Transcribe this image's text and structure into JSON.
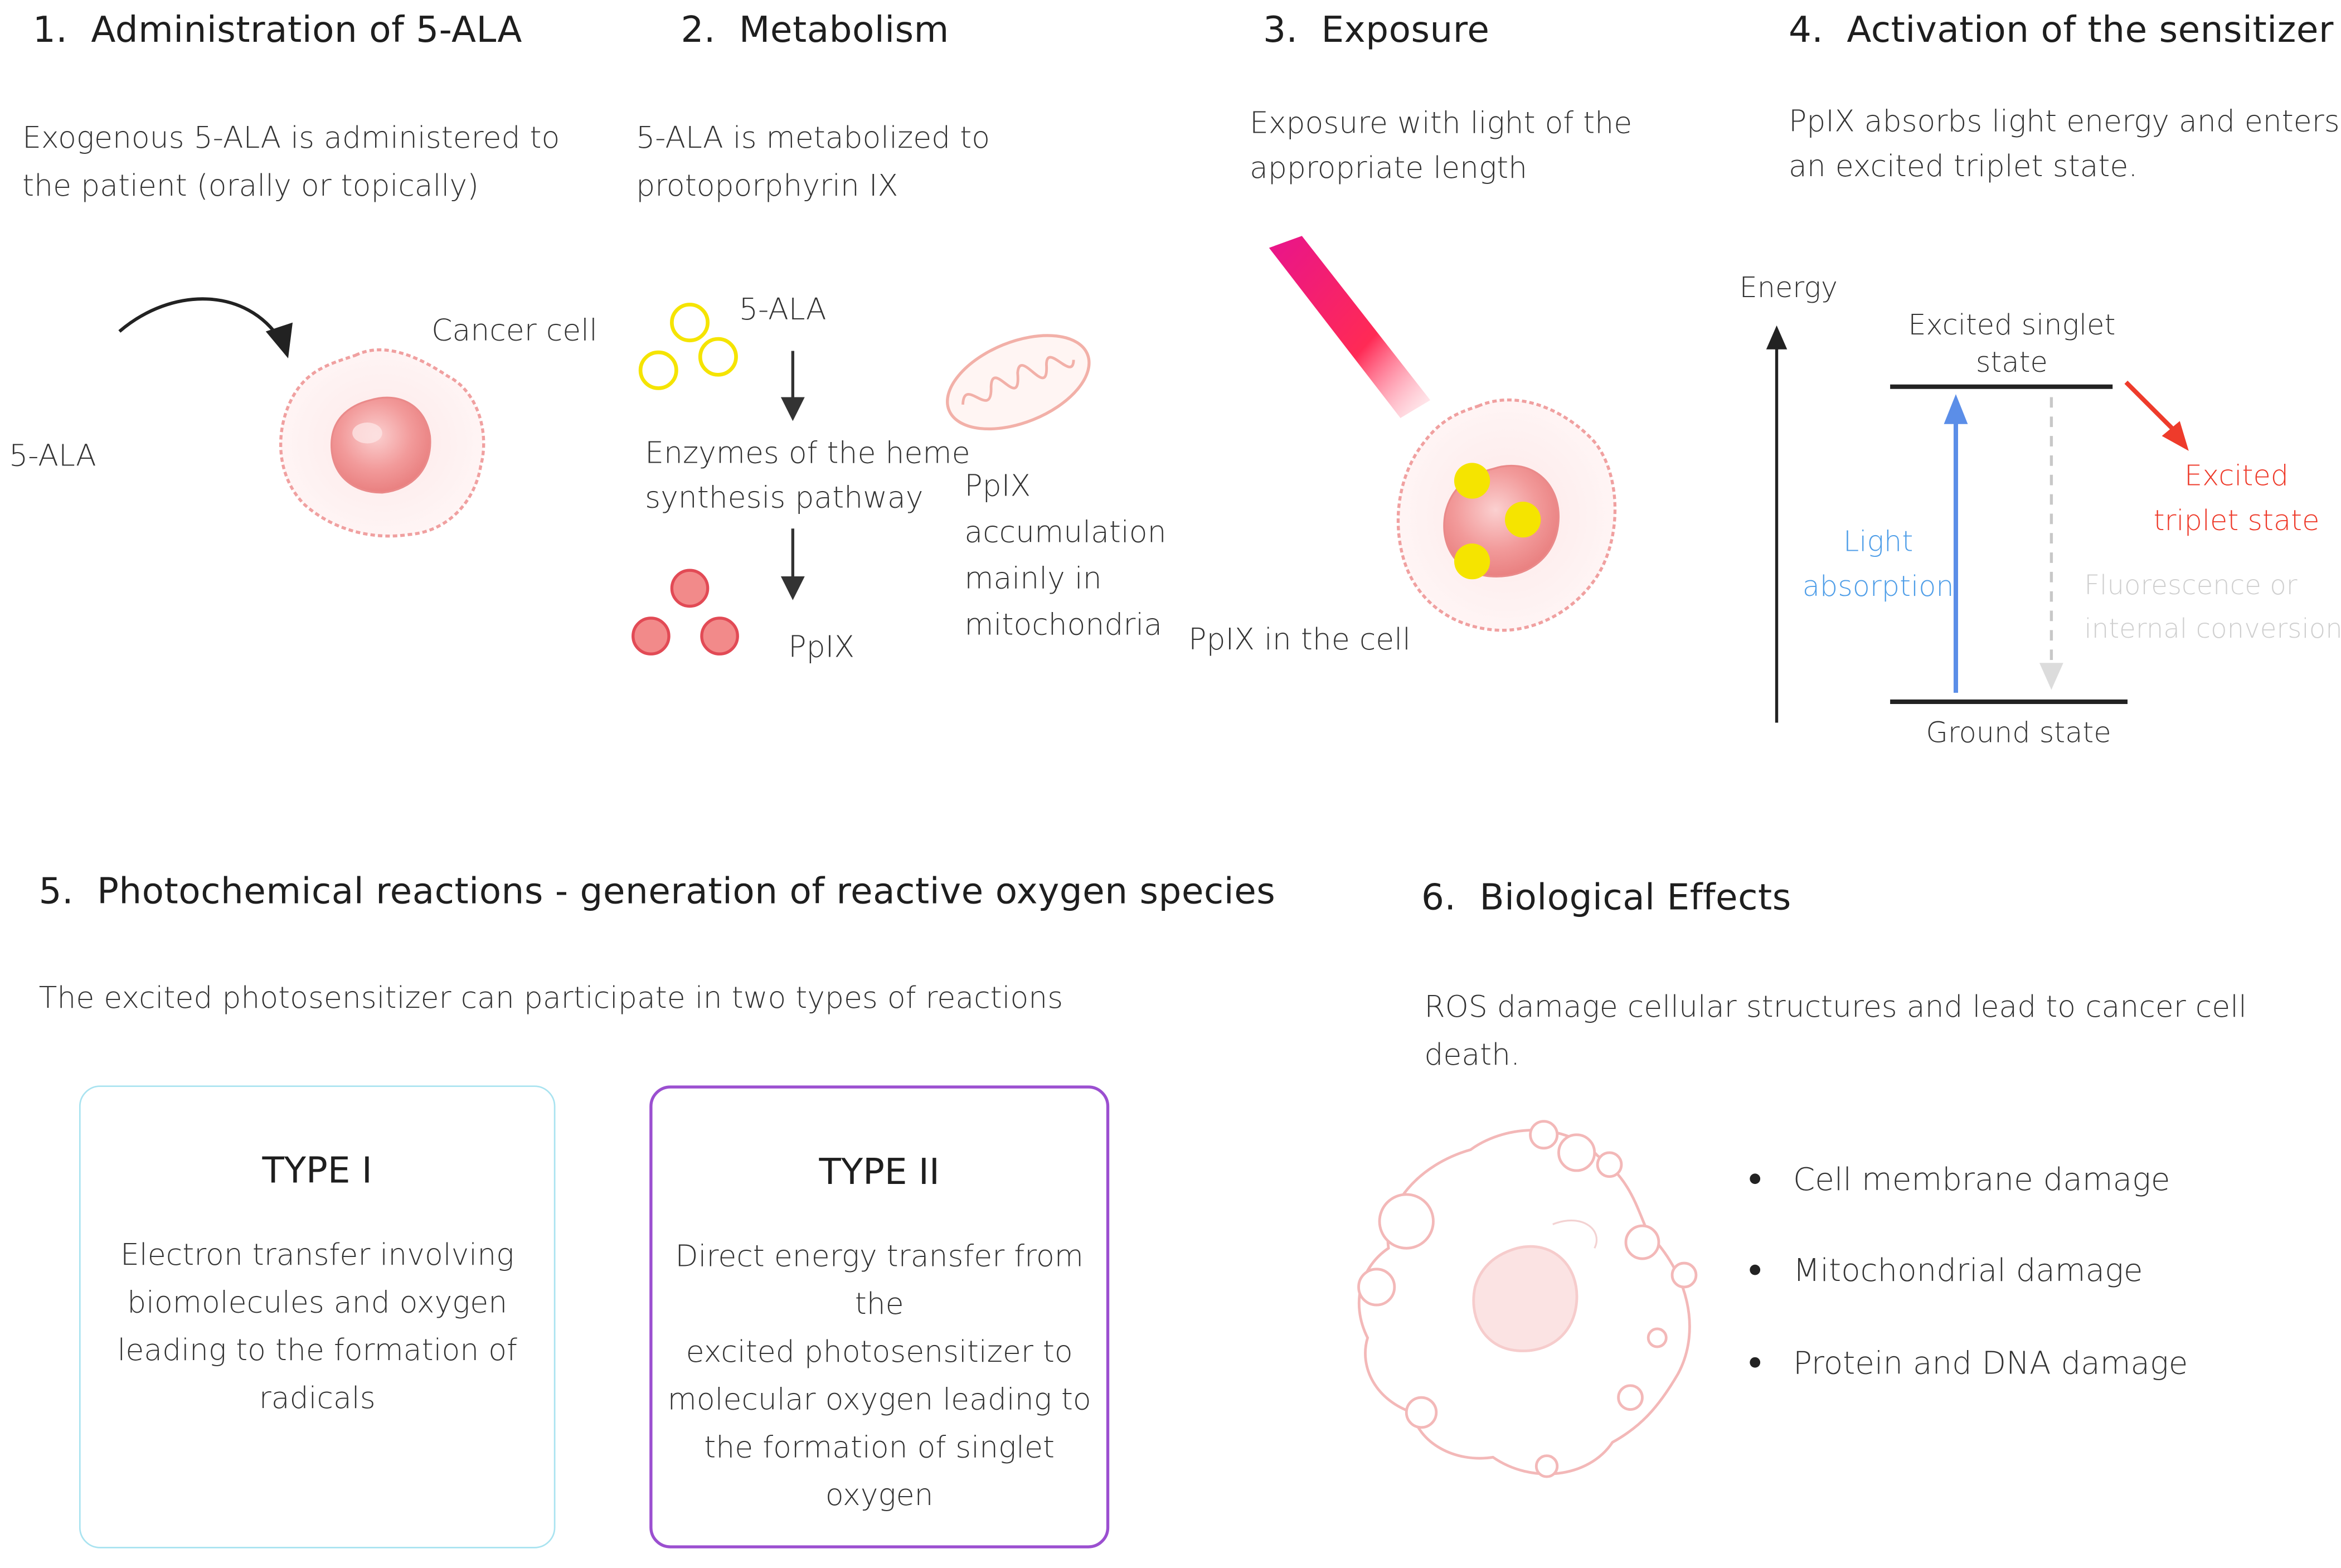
{
  "steps": [
    {
      "num": "1.",
      "title": "Administration of 5-ALA",
      "text": [
        "Exogenous 5-ALA is administered to",
        "the patient (orally or topically)"
      ]
    },
    {
      "num": "2.",
      "title": "Metabolism",
      "text": [
        "5-ALA is metabolized to",
        "protoporphyrin IX"
      ]
    },
    {
      "num": "3.",
      "title": "Exposure",
      "text": [
        "Exposure with light of the",
        "appropriate length"
      ]
    },
    {
      "num": "4.",
      "title": "Activation of the sensitizer",
      "text": [
        "PpIX absorbs light energy and enters",
        "an excited triplet state."
      ]
    },
    {
      "num": "5.",
      "title": "Photochemical reactions - generation of reactive oxygen species",
      "text": [
        "The excited photosensitizer can participate in two types of reactions"
      ]
    },
    {
      "num": "6.",
      "title": "Biological Effects",
      "text": [
        "ROS damage cellular structures and lead to cancer cell death."
      ]
    }
  ],
  "panel1": {
    "ala_label": "5-ALA",
    "cell_label": "Cancer cell"
  },
  "panel2": {
    "ala_label": "5-ALA",
    "enzymes_label": [
      "Enzymes of the heme",
      "synthesis pathway"
    ],
    "ppix_label": "PpIX",
    "accumulation_label": [
      "PpIX",
      "accumulation",
      "mainly in",
      "mitochondria"
    ]
  },
  "panel3": {
    "cell_label": "PpIX in the cell"
  },
  "panel4": {
    "energy_label": "Energy",
    "singlet_label": [
      "Excited singlet",
      "state"
    ],
    "triplet_label": [
      "Excited",
      "triplet state"
    ],
    "absorption_label": [
      "Light",
      "absorption"
    ],
    "fluorescence_label": [
      "Fluorescence or",
      "internal conversion"
    ],
    "ground_label": "Ground state"
  },
  "type1": {
    "title": "TYPE I",
    "text": [
      "Electron transfer involving",
      "biomolecules and oxygen",
      "leading to the formation of",
      "radicals"
    ]
  },
  "type2": {
    "title": "TYPE II",
    "text": [
      "Direct energy transfer from the",
      "excited photosensitizer to",
      "molecular oxygen leading to",
      "the formation of singlet oxygen"
    ]
  },
  "effects": [
    "Cell membrane damage",
    "Mitochondrial damage",
    "Protein and DNA damage"
  ],
  "colors": {
    "cell_outline": "#f0a0a0",
    "nucleus": "#f08a8a",
    "ala_yellow": "#f5e400",
    "ppix_red": "#e8505a",
    "light_pink": "#e8148c",
    "absorption_blue": "#4f9ee8",
    "triplet_red": "#ee3b2b",
    "fluorescence_grey": "#c8c8c8",
    "type1_border": "#a9e3f0",
    "type2_border": "#9b4fd0"
  }
}
